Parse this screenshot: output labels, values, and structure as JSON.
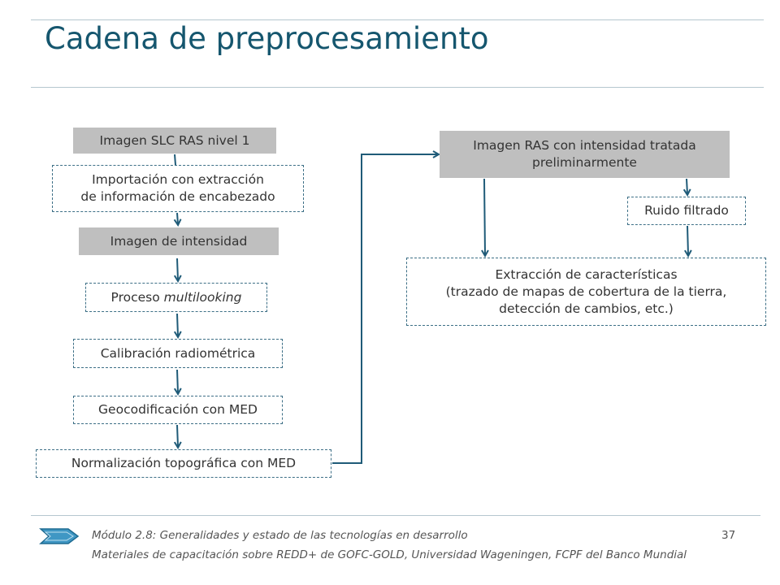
{
  "title": "Cadena de preprocesamiento",
  "nodes": {
    "slc": "Imagen SLC RAS nivel 1",
    "import": [
      "Importación con extracción",
      "de información de encabezado"
    ],
    "intensity": "Imagen de intensidad",
    "multilook_prefix": "Proceso ",
    "multilook_em": "multilooking",
    "calibration": "Calibración radiométrica",
    "geocoding": "Geocodificación con MED",
    "normalization": "Normalización topográfica con MED",
    "ras_treated": [
      "Imagen RAS con intensidad tratada",
      "preliminarmente"
    ],
    "noise": "Ruido filtrado",
    "extraction": [
      "Extracción de características",
      "(trazado de mapas de cobertura de la tierra,",
      "detección de cambios, etc.)"
    ]
  },
  "footer": {
    "module": "Módulo 2.8: Generalidades y estado de las tecnologías en desarrollo",
    "page": "37",
    "materials": "Materiales de capacitación sobre REDD+ de GOFC-GOLD, Universidad Wageningen, FCPF del Banco Mundial"
  },
  "colors": {
    "title": "#15566e",
    "arrow": "#1f5b78",
    "box_fill": "#bfbfbf",
    "dash_border": "#3d6f86"
  }
}
